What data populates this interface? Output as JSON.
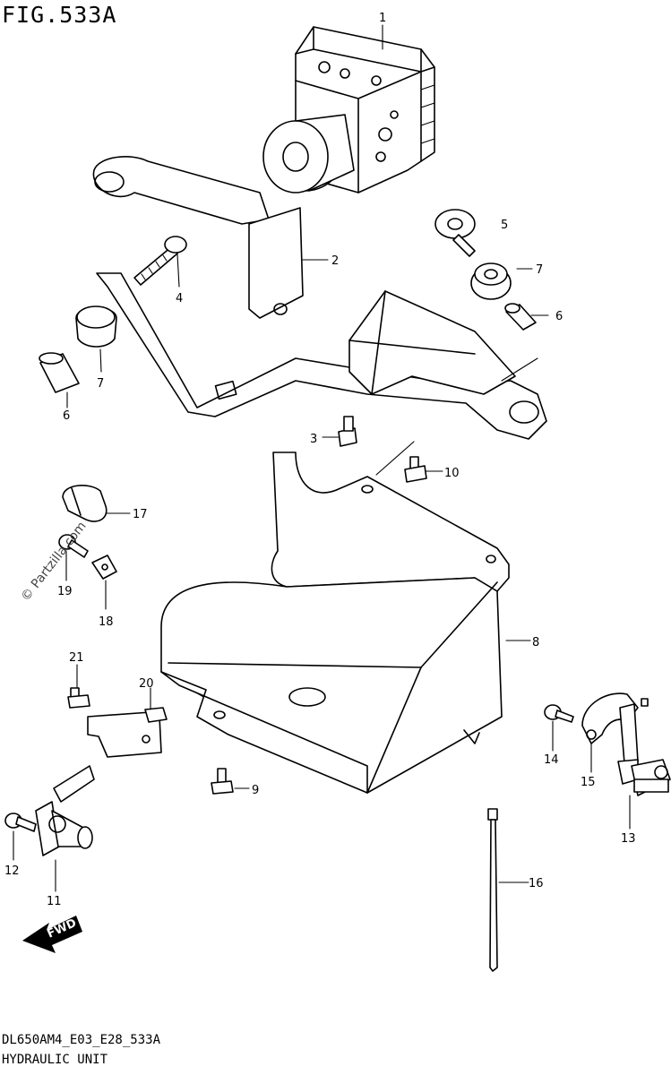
{
  "figure_label": "FIG.533A",
  "footer": {
    "code": "DL650AM4_E03_E28_533A",
    "name": "HYDRAULIC UNIT"
  },
  "watermark": "© Partzilla.com",
  "fwd_label": "FWD",
  "callouts": {
    "c1": "1",
    "c2": "2",
    "c3": "3",
    "c4": "4",
    "c5": "5",
    "c6a": "6",
    "c6b": "6",
    "c7a": "7",
    "c7b": "7",
    "c8": "8",
    "c9": "9",
    "c10": "10",
    "c11": "11",
    "c12": "12",
    "c13": "13",
    "c14": "14",
    "c15": "15",
    "c16": "16",
    "c17": "17",
    "c18": "18",
    "c19": "19",
    "c20": "20",
    "c21": "21"
  }
}
